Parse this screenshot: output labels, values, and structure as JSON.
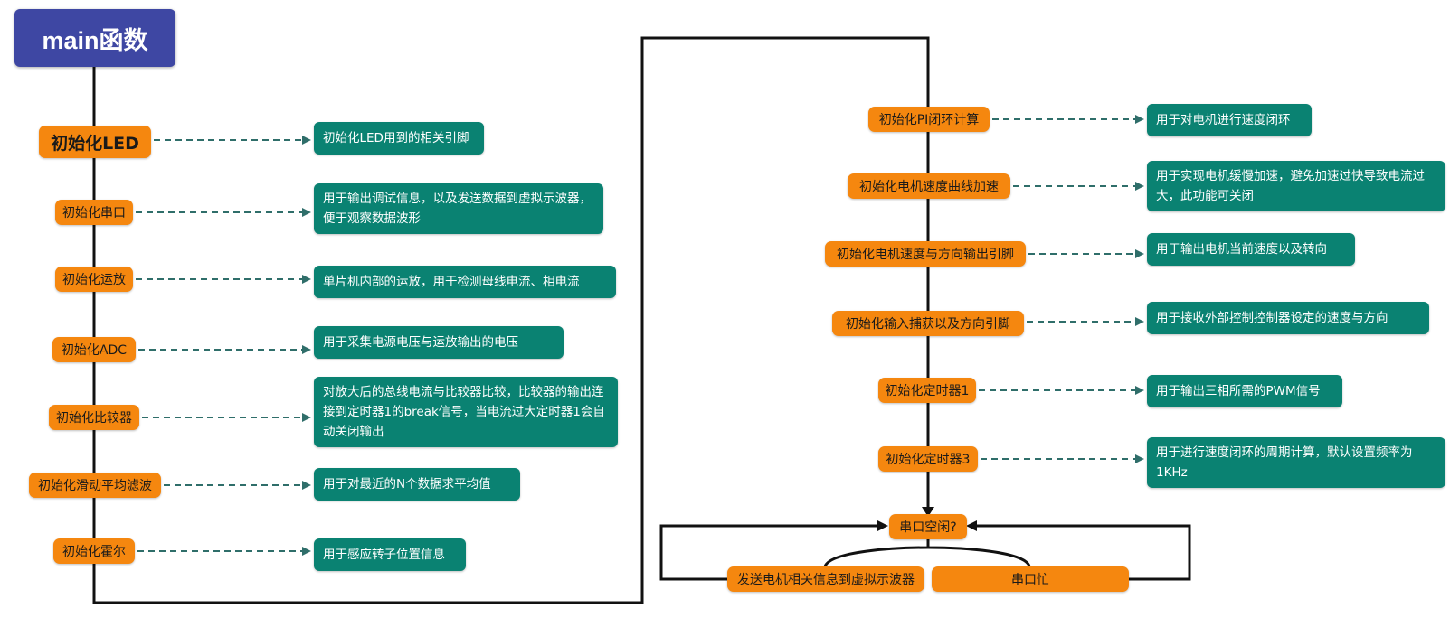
{
  "title": "main函数",
  "left_column": [
    {
      "step": "初始化LED",
      "note": "初始化LED用到的相关引脚"
    },
    {
      "step": "初始化串口",
      "note": "用于输出调试信息，以及发送数据到虚拟示波器，便于观察数据波形"
    },
    {
      "step": "初始化运放",
      "note": "单片机内部的运放，用于检测母线电流、相电流"
    },
    {
      "step": "初始化ADC",
      "note": "用于采集电源电压与运放输出的电压"
    },
    {
      "step": "初始化比较器",
      "note": "对放大后的总线电流与比较器比较，比较器的输出连接到定时器1的break信号，当电流过大定时器1会自动关闭输出"
    },
    {
      "step": "初始化滑动平均滤波",
      "note": "用于对最近的N个数据求平均值"
    },
    {
      "step": "初始化霍尔",
      "note": "用于感应转子位置信息"
    }
  ],
  "right_column": [
    {
      "step": "初始化PI闭环计算",
      "note": "用于对电机进行速度闭环"
    },
    {
      "step": "初始化电机速度曲线加速",
      "note": "用于实现电机缓慢加速，避免加速过快导致电流过大，此功能可关闭"
    },
    {
      "step": "初始化电机速度与方向输出引脚",
      "note": "用于输出电机当前速度以及转向"
    },
    {
      "step": "初始化输入捕获以及方向引脚",
      "note": "用于接收外部控制控制器设定的速度与方向"
    },
    {
      "step": "初始化定时器1",
      "note": "用于输出三相所需的PWM信号"
    },
    {
      "step": "初始化定时器3",
      "note": "用于进行速度闭环的周期计算，默认设置频率为1KHz"
    }
  ],
  "loop": {
    "decision": "串口空闲?",
    "send": "发送电机相关信息到虚拟示波器",
    "busy": "串口忙"
  },
  "colors": {
    "title_bg": "#3e47a3",
    "step_bg": "#f5870f",
    "note_bg": "#0a8272",
    "connector": "#2f6e6a",
    "wire": "#111111"
  }
}
